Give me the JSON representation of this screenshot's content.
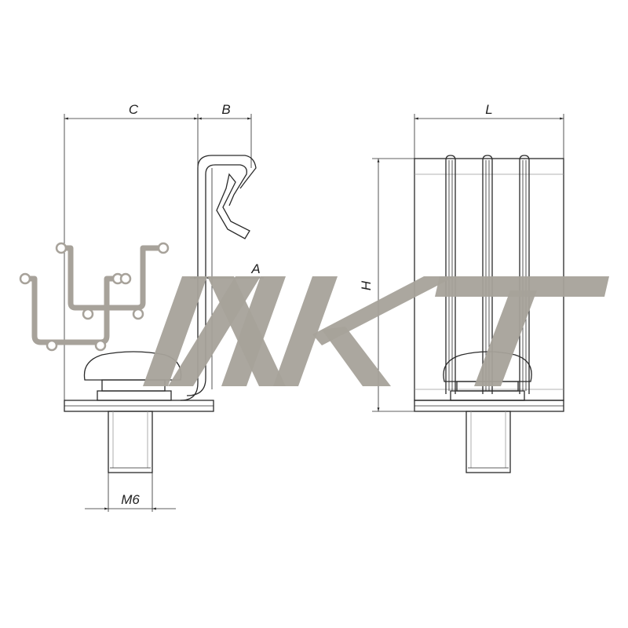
{
  "dimensions": {
    "c_label": "C",
    "b_label": "B",
    "a_label": "A",
    "h_label": "H",
    "l_label": "L",
    "thread_label": "M6"
  },
  "watermark": {
    "logo_text": "ИКТ",
    "logo_icon": "cable-tray-logo-icon",
    "color": "#a7a29a"
  }
}
